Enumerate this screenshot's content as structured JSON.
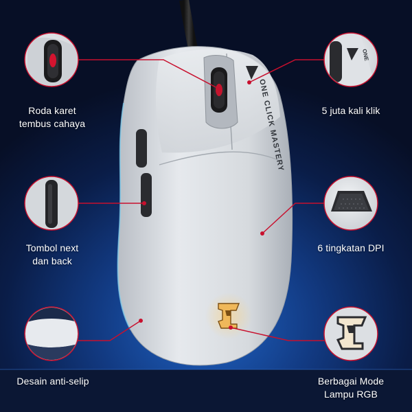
{
  "colors": {
    "background_top": "#070f26",
    "background_glow": "#1f63c4",
    "mouse_shell": "#d9dde2",
    "callout_ring": "#dfe3e8",
    "leader_line": "#c8102e",
    "logo_gold": "#e8a94a"
  },
  "product": {
    "side_text": "ONE CLICK MASTERY"
  },
  "callouts": {
    "scroll_wheel": {
      "line1": "Roda karet",
      "line2": "tembus cahaya"
    },
    "switch_life": {
      "line1": "5 juta kali klik"
    },
    "side_buttons": {
      "line1": "Tombol next",
      "line2": "dan back"
    },
    "dpi_levels": {
      "line1": "6 tingkatan DPI"
    },
    "anti_slip": {
      "line1": "Desain anti-selip"
    },
    "rgb_modes": {
      "line1": "Berbagai Mode",
      "line2": "Lampu RGB"
    }
  },
  "icons": {
    "scroll_wheel_zoom": "scroll-wheel-closeup",
    "switch_zoom": "switch-closeup",
    "side_button_zoom": "side-button-closeup",
    "dpi_zoom": "mouse-feet-pad",
    "anti_slip_zoom": "grip-surface-closeup",
    "rgb_zoom": "gaming-logo-emblem"
  }
}
